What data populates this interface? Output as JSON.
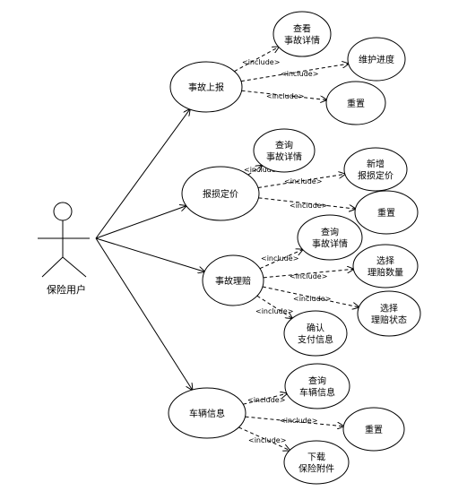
{
  "actor": {
    "label": "保险用户"
  },
  "primary": [
    {
      "id": "report",
      "label": [
        "事故上报"
      ]
    },
    {
      "id": "assess",
      "label": [
        "报损定价"
      ]
    },
    {
      "id": "claim",
      "label": [
        "事故理赔"
      ]
    },
    {
      "id": "vehicle",
      "label": [
        "车辆信息"
      ]
    }
  ],
  "secondary": [
    {
      "id": "r1",
      "label": [
        "查看",
        "事故详情"
      ]
    },
    {
      "id": "r2",
      "label": [
        "维护进度"
      ]
    },
    {
      "id": "r3",
      "label": [
        "重置"
      ]
    },
    {
      "id": "a1",
      "label": [
        "查询",
        "事故详情"
      ]
    },
    {
      "id": "a2",
      "label": [
        "新增",
        "报损定价"
      ]
    },
    {
      "id": "a3",
      "label": [
        "重置"
      ]
    },
    {
      "id": "c1",
      "label": [
        "查询",
        "事故详情"
      ]
    },
    {
      "id": "c2",
      "label": [
        "选择",
        "理赔数量"
      ]
    },
    {
      "id": "c3",
      "label": [
        "选择",
        "理赔状态"
      ]
    },
    {
      "id": "c4",
      "label": [
        "确认",
        "支付信息"
      ]
    },
    {
      "id": "v1",
      "label": [
        "查询",
        "车辆信息"
      ]
    },
    {
      "id": "v2",
      "label": [
        "重置"
      ]
    },
    {
      "id": "v3",
      "label": [
        "下载",
        "保险附件"
      ]
    }
  ],
  "include_label": "<include>"
}
